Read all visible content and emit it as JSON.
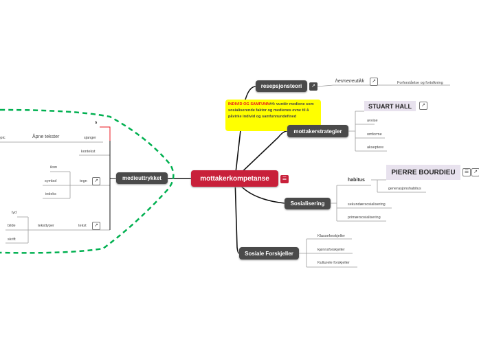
{
  "central": {
    "label": "mottakerkompetanse"
  },
  "branches": {
    "resepsjonsteori": {
      "label": "resepsjonsteori",
      "hermeneutikk": "hermeneutikk",
      "forforstaelse": "Forforståelse og fortolkning"
    },
    "note": {
      "highlight": "INDIVID OG SAMFUNN",
      "text": "#4: vurdér mediene som sosialiserende faktor og medienes evne til å påvirke individ og samfunnundefined"
    },
    "mottakerstrategier": {
      "label": "mottakerstrategier",
      "person": "STUART HALL",
      "items": [
        "avvise",
        "omforme",
        "akseptere"
      ]
    },
    "sosialisering": {
      "label": "Sosialisering",
      "habitus": "habitus",
      "person": "PIERRE BOURDIEU",
      "generasjonshabitus": "generasjonshabitus",
      "items": [
        "sekundærsosialisering",
        "primærsosialisering"
      ]
    },
    "forskjeller": {
      "label": "Sosiale Forskjeller",
      "items": [
        "Klasseforskjeller",
        "kjønnsforskjeller",
        "Kulturele forskjeller"
      ]
    },
    "medieuttrykket": {
      "label": "medieuttrykket",
      "s": "s",
      "sjanger": "sjanger",
      "apne": "Åpne tekster",
      "topic": "tiltopic",
      "kontekst": "kontekst",
      "tegn": "tegn",
      "tegn_items": [
        "ikon",
        "symbol",
        "indeks"
      ],
      "tekst": "tekst",
      "teksttyper": "teksttyper",
      "tekst_items": [
        "lyd",
        "bilde",
        "skrift"
      ]
    }
  },
  "colors": {
    "central": "#c8203a",
    "node": "#4a4a4a",
    "note": "#ffff00",
    "boundary": "#00b050"
  }
}
